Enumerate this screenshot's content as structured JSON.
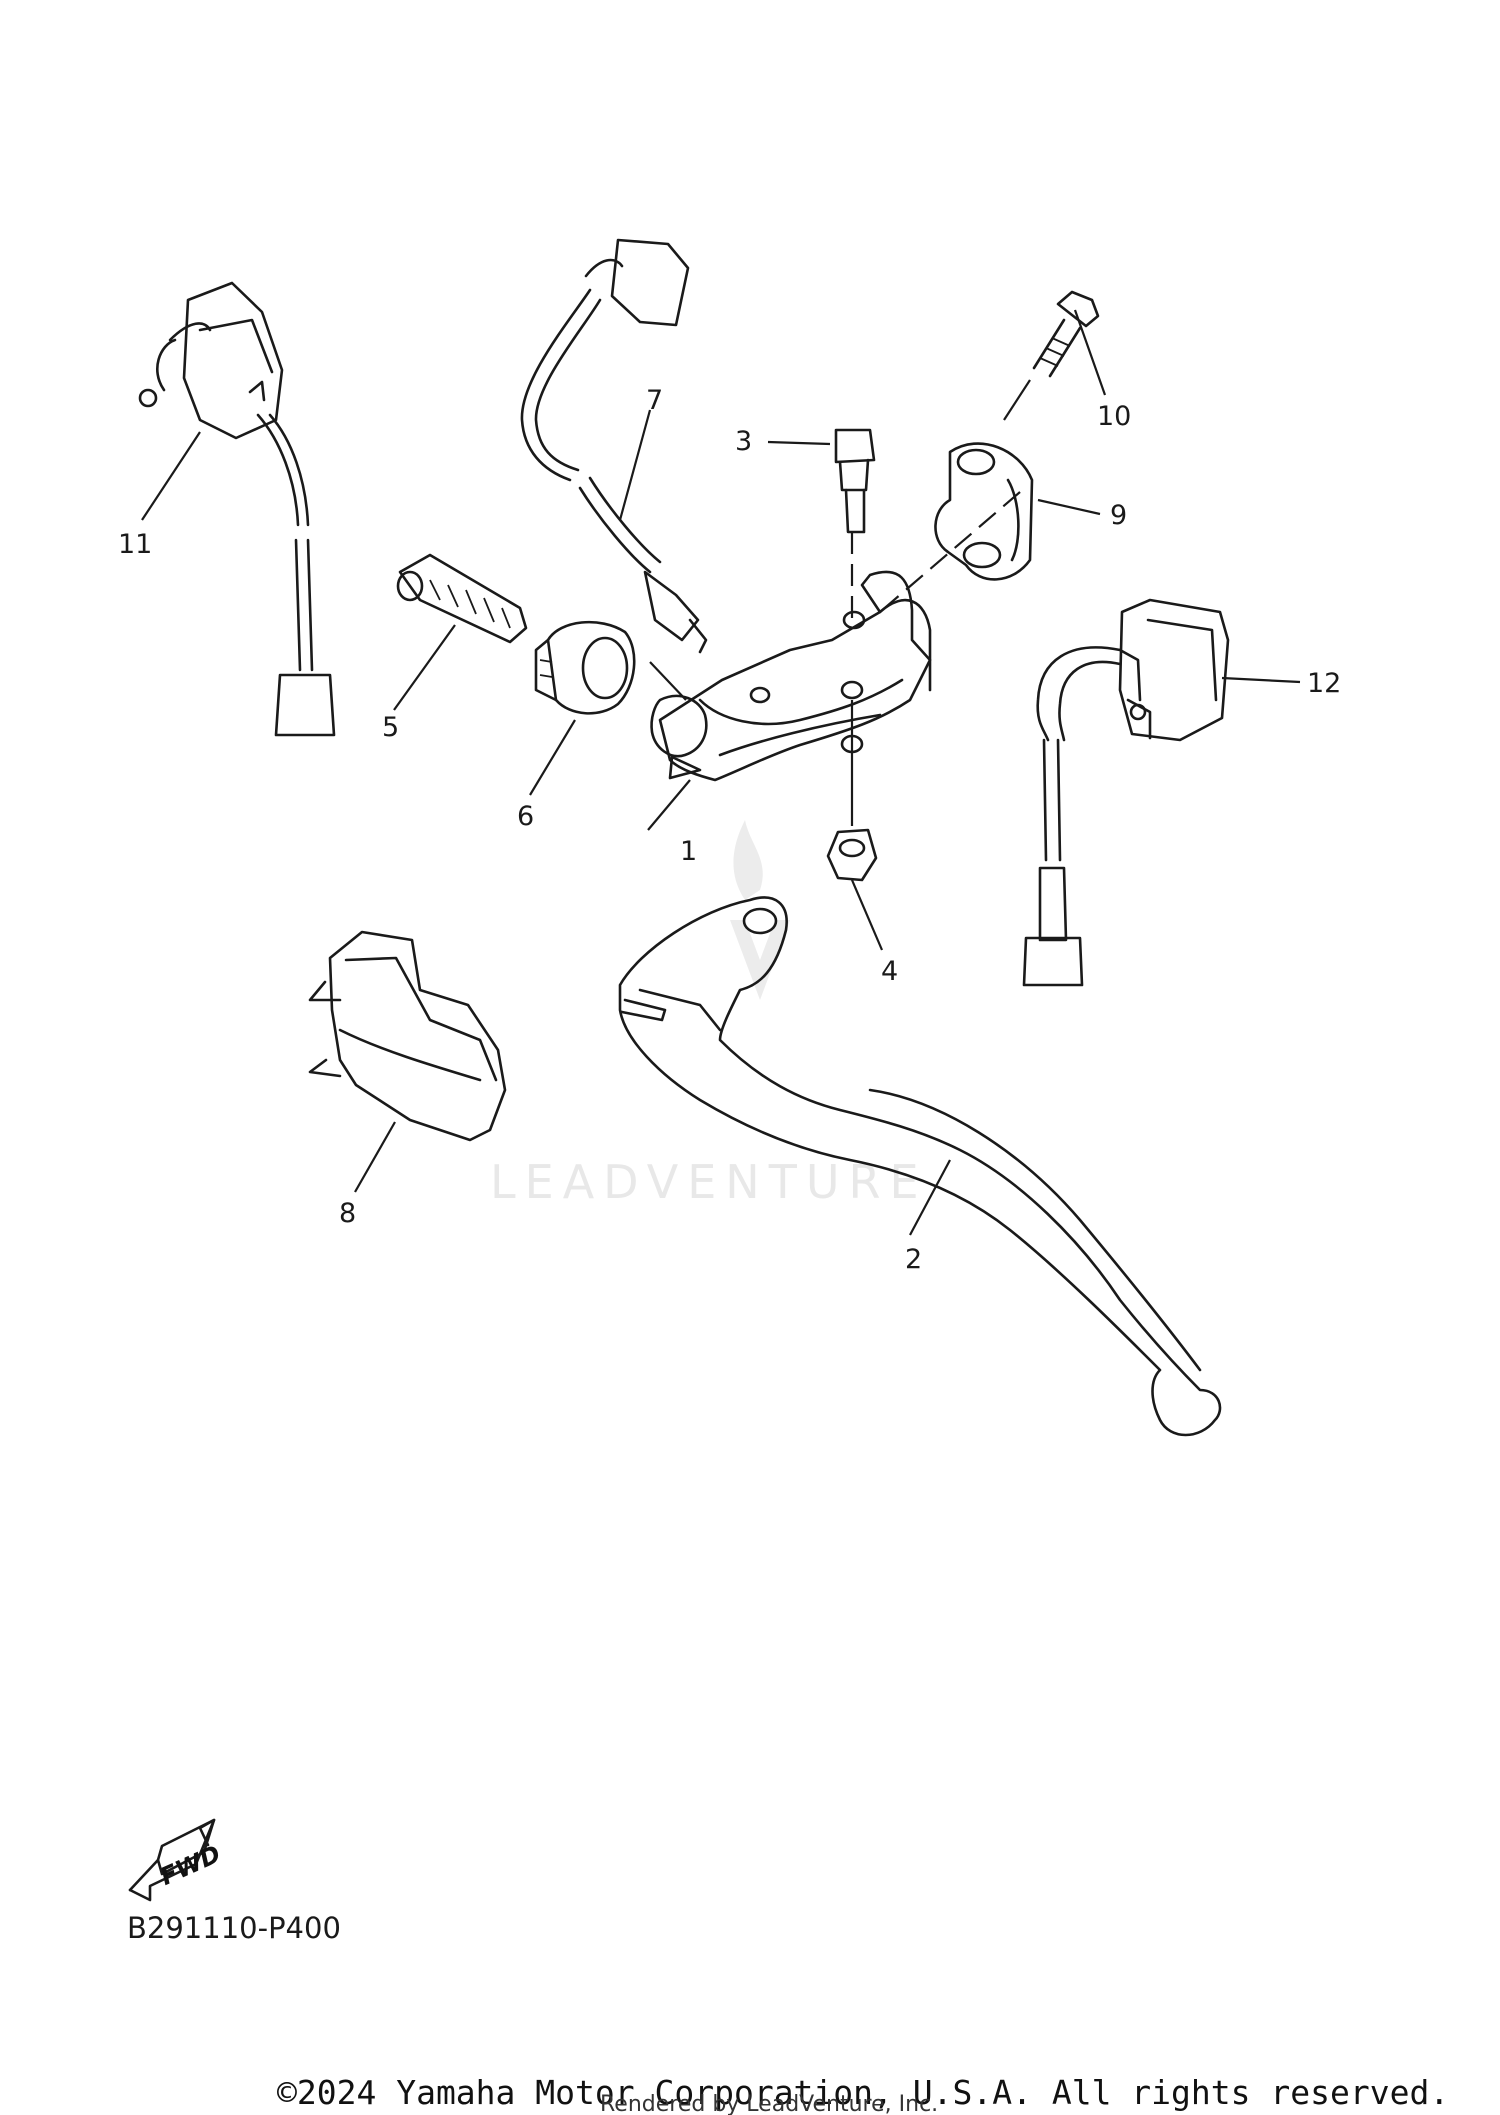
{
  "diagram": {
    "callouts": [
      "1",
      "2",
      "3",
      "4",
      "5",
      "6",
      "7",
      "8",
      "9",
      "10",
      "11",
      "12"
    ],
    "fwd_badge": "FWD",
    "diagram_code": "B291110-P400",
    "watermark": "LEADVENTURE",
    "rendered_by": "Rendered by LeadVenture, Inc.",
    "copyright": "©2024 Yamaha Motor Corporation, U.S.A. All rights reserved."
  }
}
